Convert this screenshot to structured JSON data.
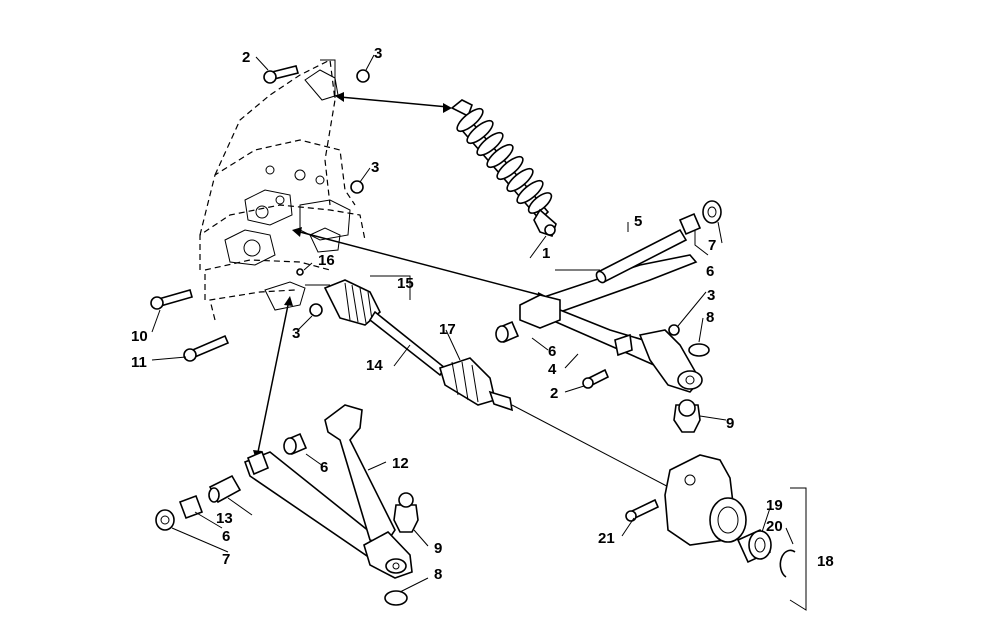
{
  "diagram": {
    "labels": {
      "part_1": "1",
      "part_2a": "2",
      "part_2b": "2",
      "part_3a": "3",
      "part_3b": "3",
      "part_3c": "3",
      "part_3d": "3",
      "part_4": "4",
      "part_5": "5",
      "part_6a": "6",
      "part_6b": "6",
      "part_6c": "6",
      "part_6d": "6",
      "part_7a": "7",
      "part_7b": "7",
      "part_8a": "8",
      "part_8b": "8",
      "part_9a": "9",
      "part_9b": "9",
      "part_10": "10",
      "part_11": "11",
      "part_12": "12",
      "part_13": "13",
      "part_14": "14",
      "part_15": "15",
      "part_16": "16",
      "part_17": "17",
      "part_18": "18",
      "part_19": "19",
      "part_20": "20",
      "part_21": "21"
    }
  }
}
